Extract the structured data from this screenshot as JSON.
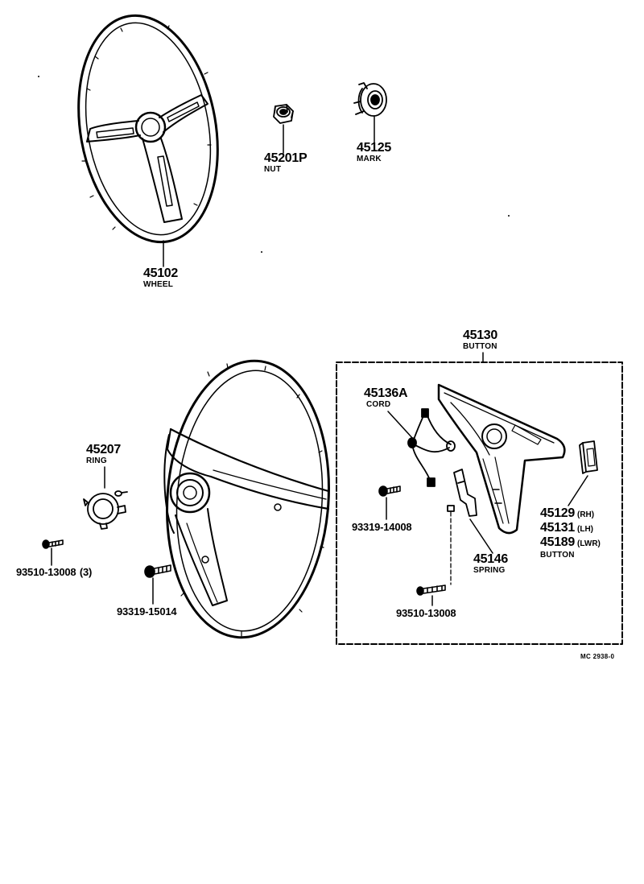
{
  "figure_code": "MC 2938-0",
  "parts": {
    "wheel": {
      "number": "45102",
      "name": "WHEEL"
    },
    "nut": {
      "number": "45201P",
      "name": "NUT"
    },
    "mark": {
      "number": "45125",
      "name": "MARK"
    },
    "button_assy": {
      "number": "45130",
      "name": "BUTTON"
    },
    "cord": {
      "number": "45136A",
      "name": "CORD"
    },
    "ring": {
      "number": "45207",
      "name": "RING"
    },
    "screw_ring": {
      "number": "93510-13008",
      "qty": "(3)"
    },
    "screw_wheel": {
      "number": "93319-15014"
    },
    "screw_cord": {
      "number": "93319-14008"
    },
    "spring": {
      "number": "45146",
      "name": "SPRING"
    },
    "screw_spring": {
      "number": "93510-13008"
    },
    "button_pad": {
      "variants": [
        {
          "number": "45129",
          "side": "(RH)"
        },
        {
          "number": "45131",
          "side": "(LH)"
        },
        {
          "number": "45189",
          "side": "(LWR)"
        }
      ],
      "name": "BUTTON"
    }
  }
}
